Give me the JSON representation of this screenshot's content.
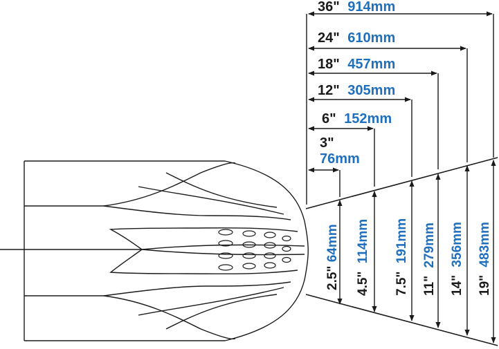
{
  "colors": {
    "line": "#1a1a1a",
    "imperial": "#1a1a1a",
    "metric": "#1f6fbf",
    "background": "#ffffff"
  },
  "distances": [
    {
      "imperial": "3\"",
      "metric": "76mm"
    },
    {
      "imperial": "6\"",
      "metric": "152mm"
    },
    {
      "imperial": "12\"",
      "metric": "305mm"
    },
    {
      "imperial": "18\"",
      "metric": "457mm"
    },
    {
      "imperial": "24\"",
      "metric": "610mm"
    },
    {
      "imperial": "36\"",
      "metric": "914mm"
    }
  ],
  "spreads": [
    {
      "imperial": "2.5\"",
      "metric": "64mm"
    },
    {
      "imperial": "4.5\"",
      "metric": "114mm"
    },
    {
      "imperial": "7.5\"",
      "metric": "191mm"
    },
    {
      "imperial": "11\"",
      "metric": "279mm"
    },
    {
      "imperial": "14\"",
      "metric": "356mm"
    },
    {
      "imperial": "19\"",
      "metric": "483mm"
    }
  ]
}
